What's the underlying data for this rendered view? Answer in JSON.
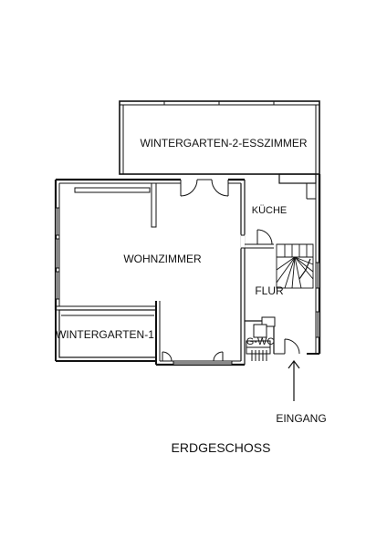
{
  "rooms": {
    "wintergarten2": "WINTERGARTEN-2-ESSZIMMER",
    "kueche": "KÜCHE",
    "wohnzimmer": "WOHNZIMMER",
    "flur": "FLUR",
    "wintergarten1": "WINTERGARTEN-1",
    "gwc": "G-WC"
  },
  "entrance_label": "EINGANG",
  "plan_title": "ERDGESCHOSS",
  "colors": {
    "line": "#111111",
    "background": "#ffffff"
  }
}
